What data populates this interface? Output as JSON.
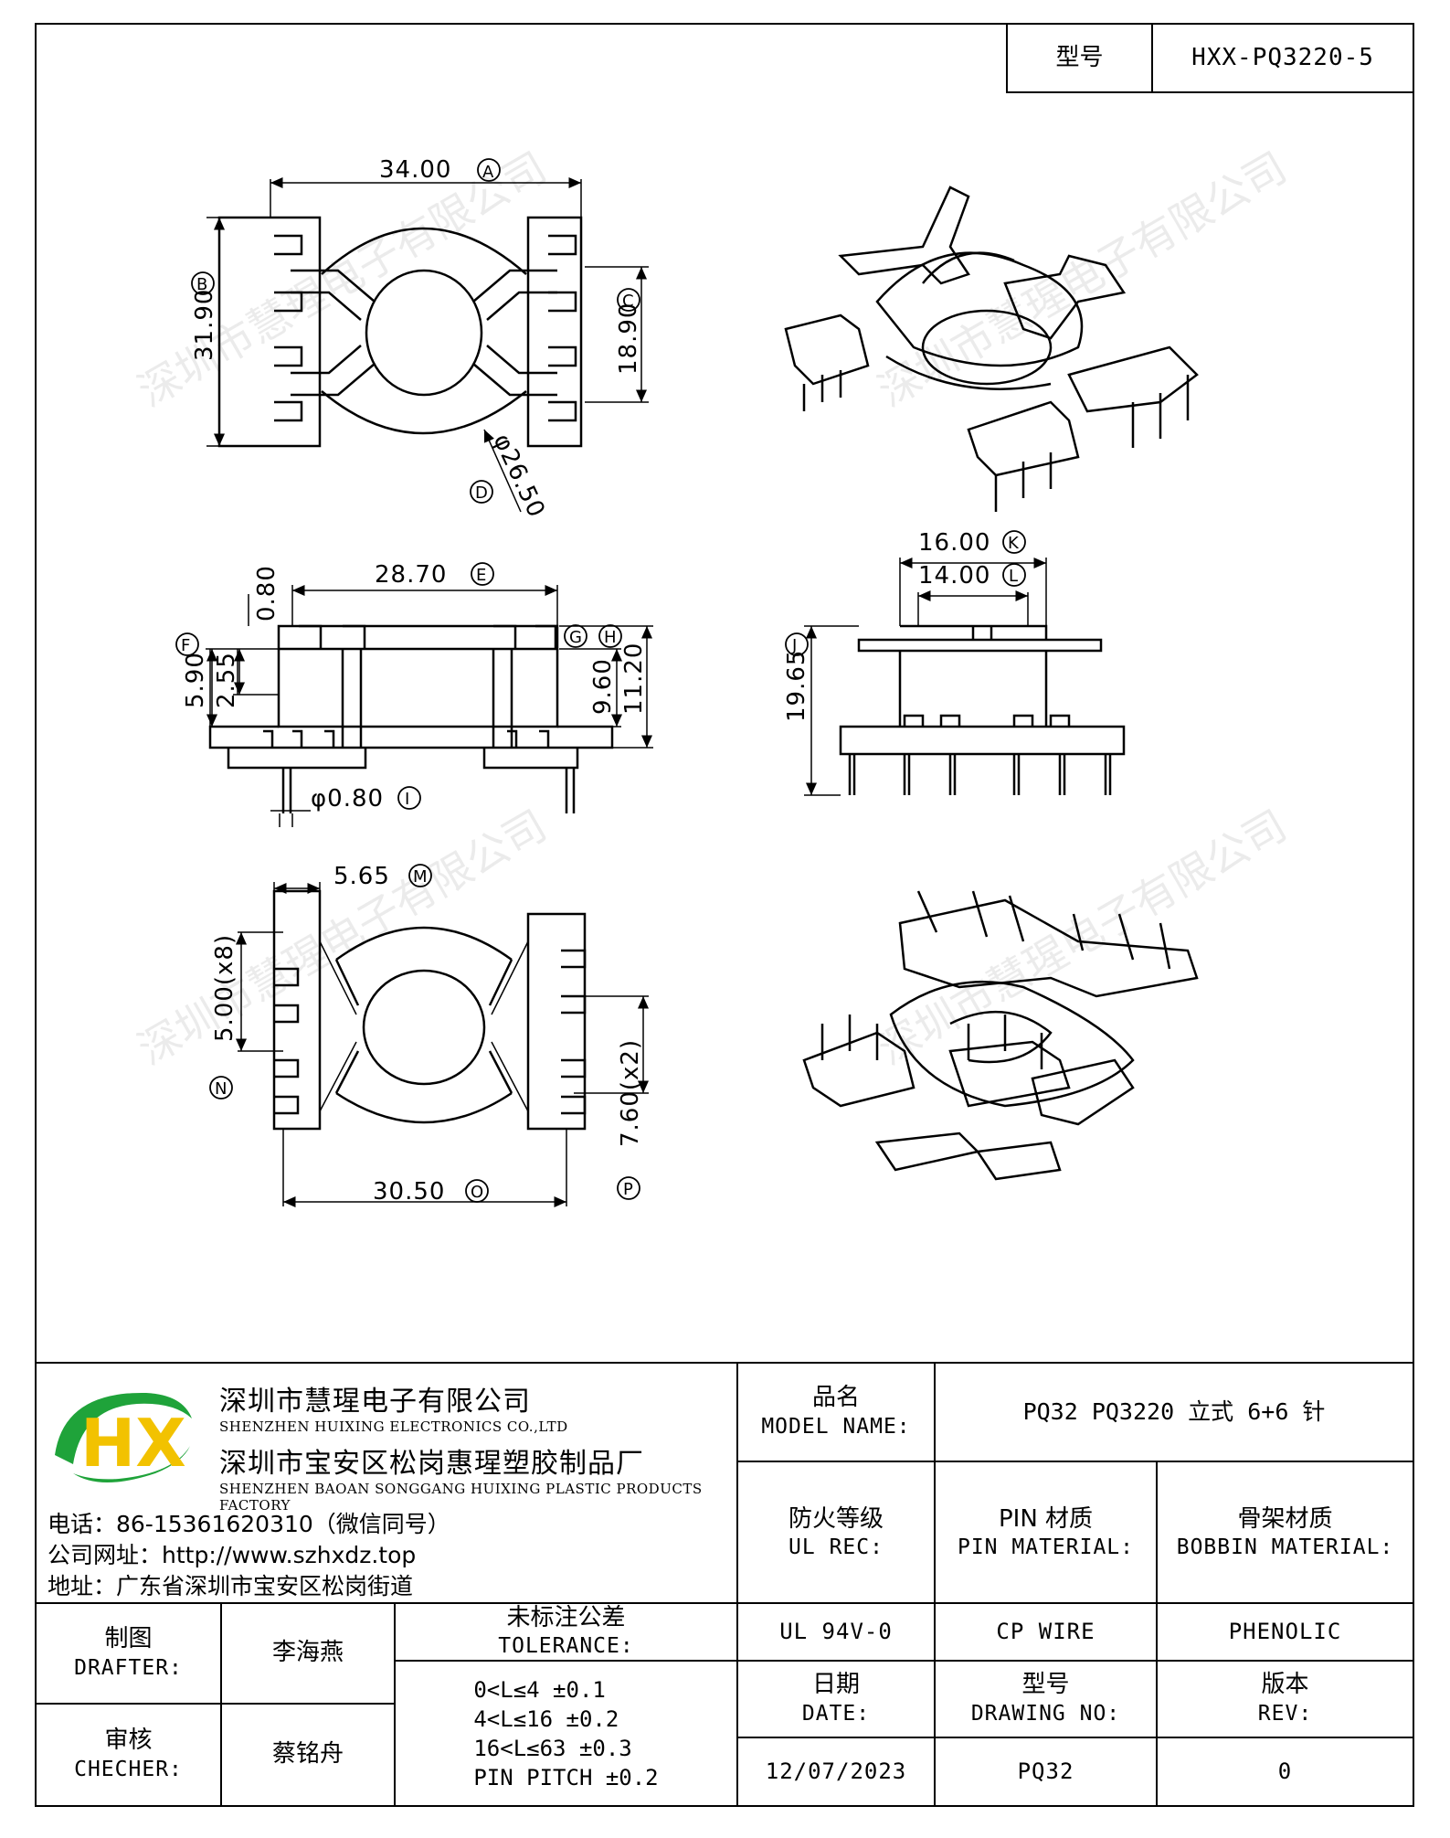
{
  "header": {
    "model_label": "型号",
    "model_value": "HXX-PQ3220-5"
  },
  "dimensions": {
    "A": "34.00",
    "B": "31.90",
    "C": "18.90",
    "D": "φ26.50",
    "E": "28.70",
    "F": "5.90",
    "G_dim": "0.80",
    "H": "11.20",
    "h2": "9.60",
    "f2": "2.55",
    "I": "φ0.80",
    "K": "16.00",
    "L": "14.00",
    "J": "19.65",
    "M": "5.65",
    "N": "5.00(x8)",
    "O": "30.50",
    "P": "7.60(x2)"
  },
  "markers": {
    "A": "A",
    "B": "B",
    "C": "C",
    "D": "D",
    "E": "E",
    "F": "F",
    "G": "G",
    "H": "H",
    "I": "I",
    "J": "J",
    "K": "K",
    "L": "L",
    "M": "M",
    "N": "N",
    "O": "O",
    "P": "P"
  },
  "watermark": "深圳市慧瑆电子有限公司",
  "company": {
    "name_cn": "深圳市慧瑆电子有限公司",
    "name_en": "SHENZHEN HUIXING ELECTRONICS CO.,LTD",
    "factory_cn": "深圳市宝安区松岗惠瑆塑胶制品厂",
    "factory_en": "SHENZHEN BAOAN SONGGANG HUIXING PLASTIC PRODUCTS FACTORY",
    "phone": "电话：86-15361620310（微信同号）",
    "website": "公司网址：http://www.szhxdz.top",
    "address": "地址：广东省深圳市宝安区松岗街道",
    "logo_text": "HX"
  },
  "title_block": {
    "model_name_cn": "品名",
    "model_name_en": "MODEL NAME:",
    "model_name_value": "PQ32 PQ3220 立式 6+6 针",
    "ul_cn": "防火等级",
    "ul_en": "UL REC:",
    "pin_cn": "PIN 材质",
    "pin_en": "PIN MATERIAL:",
    "bobbin_cn": "骨架材质",
    "bobbin_en": "BOBBIN MATERIAL:",
    "ul_value": "UL 94V-0",
    "pin_value": "CP WIRE",
    "bobbin_value": "PHENOLIC",
    "drafter_cn": "制图",
    "drafter_en": "DRAFTER:",
    "drafter_value": "李海燕",
    "checker_cn": "审核",
    "checker_en": "CHECHER:",
    "checker_value": "蔡铭舟",
    "tolerance_cn": "未标注公差",
    "tolerance_en": "TOLERANCE:",
    "tolerance_lines": [
      "0<L≤4  ±0.1",
      "4<L≤16 ±0.2",
      "16<L≤63 ±0.3",
      "PIN PITCH ±0.2"
    ],
    "date_cn": "日期",
    "date_en": "DATE:",
    "date_value": "12/07/2023",
    "drawing_cn": "型号",
    "drawing_en": "DRAWING NO:",
    "drawing_value": "PQ32",
    "rev_cn": "版本",
    "rev_en": "REV:",
    "rev_value": "0"
  },
  "colors": {
    "logo_green": "#1fa33a",
    "logo_yellow": "#f2c200",
    "line": "#000000"
  }
}
